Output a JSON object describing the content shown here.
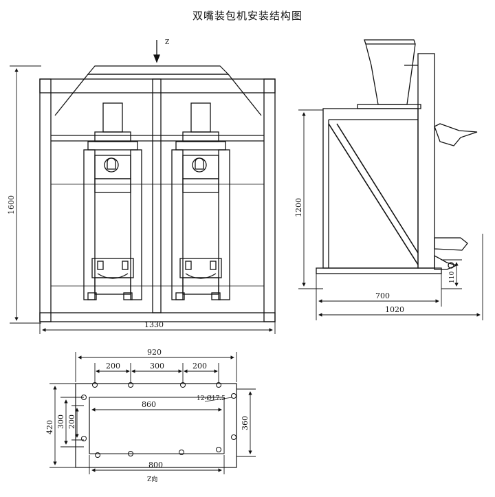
{
  "title": "双嘴装包机安装结构图",
  "front_view": {
    "arrow_label": "Z",
    "height_label": "1600",
    "width_label": "1330"
  },
  "side_view": {
    "height_label": "1200",
    "foot_label": "110",
    "width_inner_label": "700",
    "width_outer_label": "1020"
  },
  "plan_view": {
    "top_width_label": "920",
    "spacing_left_label": "200",
    "spacing_mid_label": "300",
    "spacing_right_label": "200",
    "inner_width_label": "860",
    "hole_spec_label": "12-Ø17.5",
    "bottom_width_label": "800",
    "direction_label": "Z向",
    "left_outer_label": "420",
    "left_mid_label": "300",
    "left_inner_label": "200",
    "right_height_label": "360"
  }
}
